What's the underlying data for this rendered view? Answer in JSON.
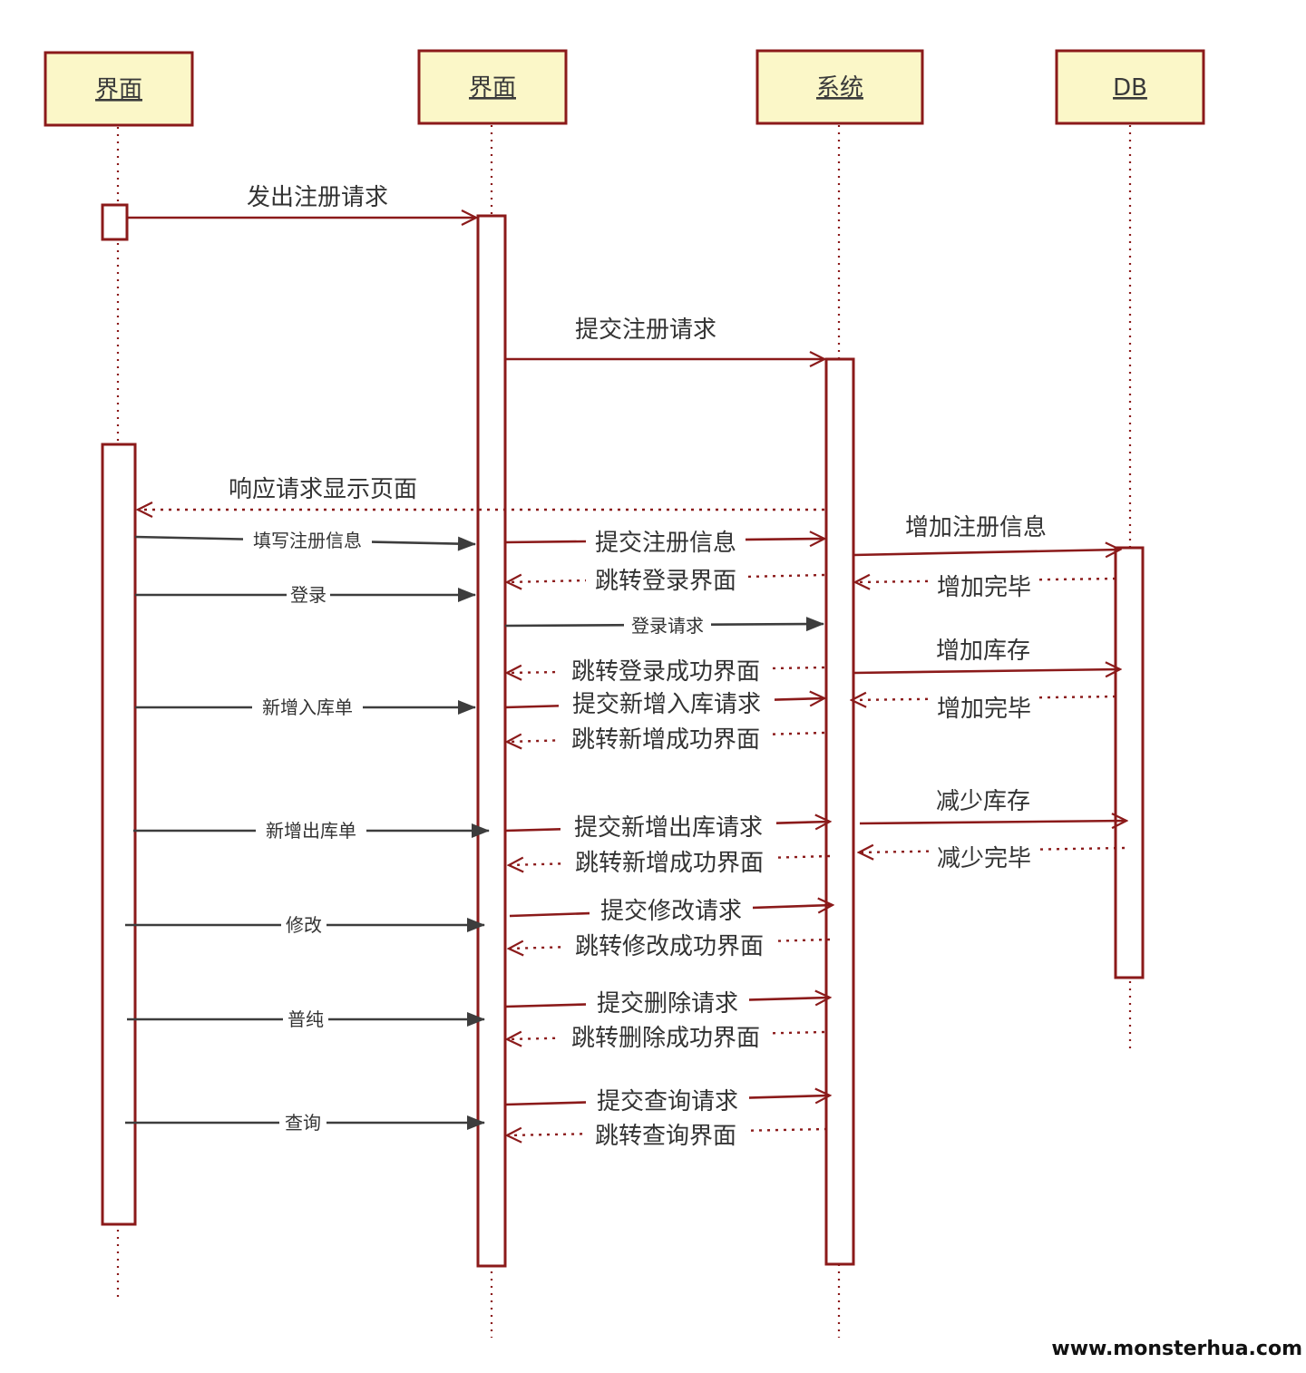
{
  "participants": [
    {
      "id": "p1",
      "name": "界面"
    },
    {
      "id": "p2",
      "name": "界面"
    },
    {
      "id": "p3",
      "name": "系统"
    },
    {
      "id": "p4",
      "name": "DB"
    }
  ],
  "messages": [
    {
      "id": "m1",
      "from": "p1",
      "to": "p2",
      "kind": "sync",
      "label": "发出注册请求"
    },
    {
      "id": "m2",
      "from": "p2",
      "to": "p3",
      "kind": "sync",
      "label": "提交注册请求"
    },
    {
      "id": "m3",
      "from": "p3",
      "to": "p1",
      "kind": "return",
      "label": "响应请求显示页面"
    },
    {
      "id": "m4",
      "from": "p1",
      "to": "p2",
      "kind": "call",
      "label": "填写注册信息"
    },
    {
      "id": "m5",
      "from": "p2",
      "to": "p3",
      "kind": "sync",
      "label": "提交注册信息"
    },
    {
      "id": "m6",
      "from": "p3",
      "to": "p4",
      "kind": "sync",
      "label": "增加注册信息"
    },
    {
      "id": "m7",
      "from": "p4",
      "to": "p3",
      "kind": "return",
      "label": "增加完毕"
    },
    {
      "id": "m8",
      "from": "p3",
      "to": "p2",
      "kind": "return",
      "label": "跳转登录界面"
    },
    {
      "id": "m9",
      "from": "p1",
      "to": "p2",
      "kind": "call",
      "label": "登录"
    },
    {
      "id": "m10",
      "from": "p2",
      "to": "p3",
      "kind": "call",
      "label": "登录请求"
    },
    {
      "id": "m11",
      "from": "p3",
      "to": "p4",
      "kind": "sync",
      "label": "增加库存"
    },
    {
      "id": "m12",
      "from": "p3",
      "to": "p2",
      "kind": "return",
      "label": "跳转登录成功界面"
    },
    {
      "id": "m13",
      "from": "p4",
      "to": "p3",
      "kind": "return",
      "label": "增加完毕"
    },
    {
      "id": "m14",
      "from": "p1",
      "to": "p2",
      "kind": "call",
      "label": "新增入库单"
    },
    {
      "id": "m15",
      "from": "p2",
      "to": "p3",
      "kind": "sync",
      "label": "提交新增入库请求"
    },
    {
      "id": "m16",
      "from": "p3",
      "to": "p2",
      "kind": "return",
      "label": "跳转新增成功界面"
    },
    {
      "id": "m17",
      "from": "p3",
      "to": "p4",
      "kind": "sync",
      "label": "减少库存"
    },
    {
      "id": "m18",
      "from": "p1",
      "to": "p2",
      "kind": "call",
      "label": "新增出库单"
    },
    {
      "id": "m19",
      "from": "p2",
      "to": "p3",
      "kind": "sync",
      "label": "提交新增出库请求"
    },
    {
      "id": "m20",
      "from": "p4",
      "to": "p3",
      "kind": "return",
      "label": "减少完毕"
    },
    {
      "id": "m21",
      "from": "p3",
      "to": "p2",
      "kind": "return",
      "label": "跳转新增成功界面"
    },
    {
      "id": "m22",
      "from": "p2",
      "to": "p3",
      "kind": "sync",
      "label": "提交修改请求"
    },
    {
      "id": "m23",
      "from": "p1",
      "to": "p2",
      "kind": "call",
      "label": "修改"
    },
    {
      "id": "m24",
      "from": "p3",
      "to": "p2",
      "kind": "return",
      "label": "跳转修改成功界面"
    },
    {
      "id": "m25",
      "from": "p2",
      "to": "p3",
      "kind": "sync",
      "label": "提交删除请求"
    },
    {
      "id": "m26",
      "from": "p1",
      "to": "p2",
      "kind": "call",
      "label": "普纯"
    },
    {
      "id": "m27",
      "from": "p3",
      "to": "p2",
      "kind": "return",
      "label": "跳转删除成功界面"
    },
    {
      "id": "m28",
      "from": "p2",
      "to": "p3",
      "kind": "sync",
      "label": "提交查询请求"
    },
    {
      "id": "m29",
      "from": "p1",
      "to": "p2",
      "kind": "call",
      "label": "查询"
    },
    {
      "id": "m30",
      "from": "p3",
      "to": "p2",
      "kind": "return",
      "label": "跳转查询界面"
    }
  ],
  "watermark": "www.monsterhua.com",
  "colors": {
    "line": "#8b1a1a",
    "head_fill": "#fbf7c8",
    "call_arrow": "#3d3d3d",
    "text": "#333333"
  }
}
